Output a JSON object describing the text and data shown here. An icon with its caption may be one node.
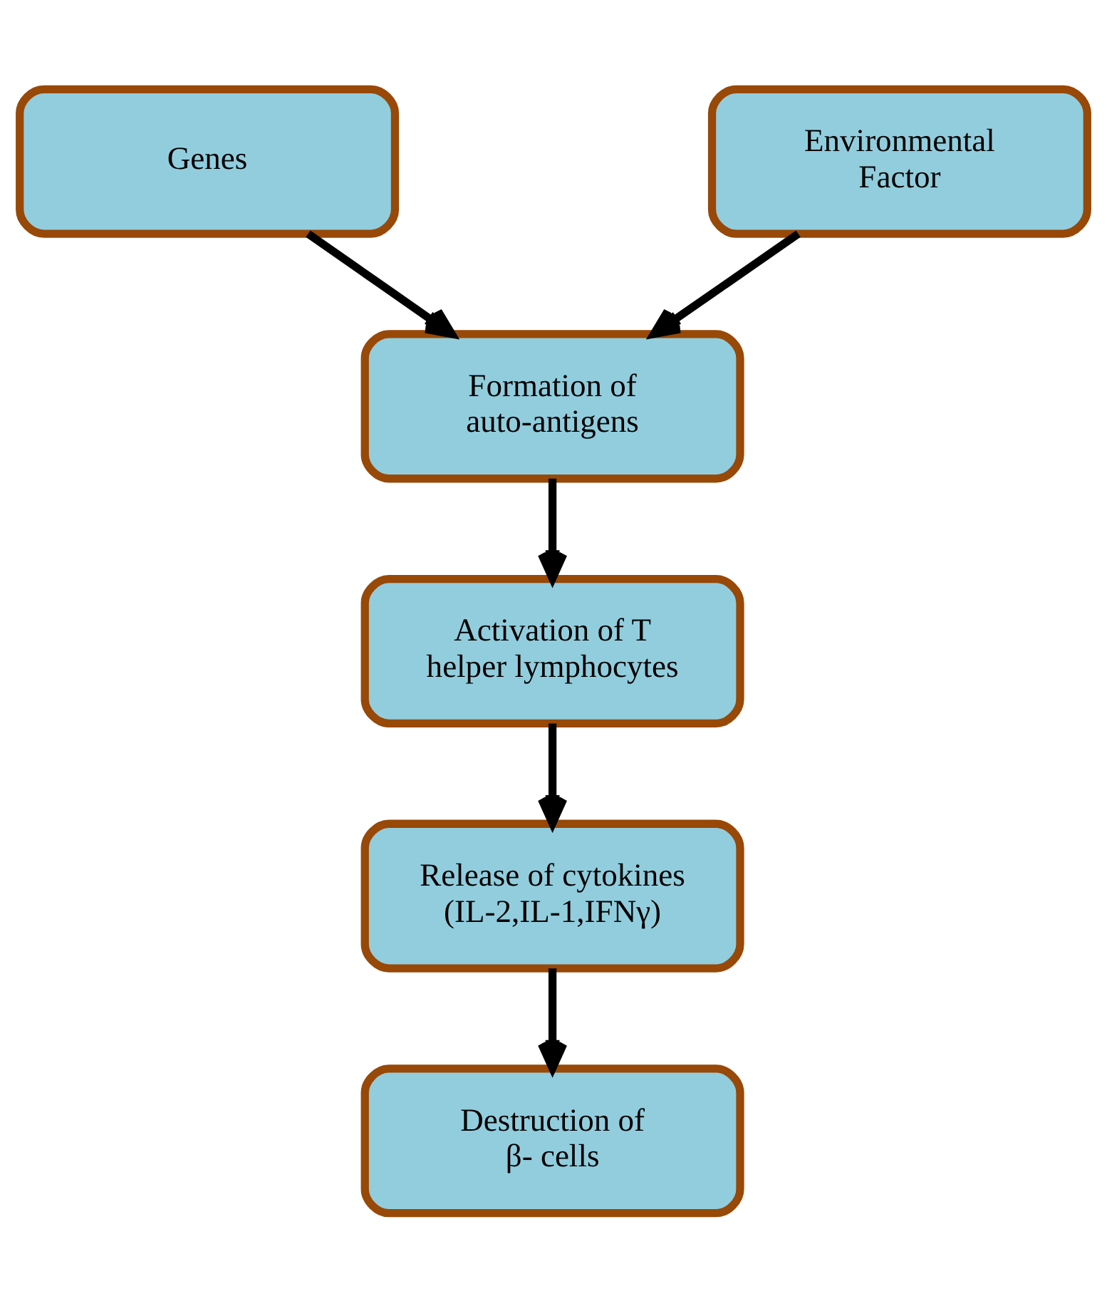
{
  "diagram": {
    "nodes": [
      {
        "text": [
          "Genes"
        ]
      },
      {
        "text": [
          "Environmental Factor"
        ]
      },
      {
        "text": [
          "Formation of auto-antigens"
        ]
      },
      {
        "text": [
          "Activation of T helper lymphocytes"
        ]
      },
      {
        "text": [
          "Release of cytokines (IL-2,IL-1,IFNγ)"
        ]
      },
      {
        "text": [
          "Destruction of β- cells"
        ]
      }
    ],
    "edges": [
      {
        "from": 0,
        "to": 2,
        "arrow": "to"
      },
      {
        "from": 1,
        "to": 2,
        "arrow": "to"
      },
      {
        "from": 2,
        "to": 3,
        "arrow": "to"
      },
      {
        "from": 3,
        "to": 4,
        "arrow": "to"
      },
      {
        "from": 4,
        "to": 5,
        "arrow": "to"
      }
    ]
  }
}
